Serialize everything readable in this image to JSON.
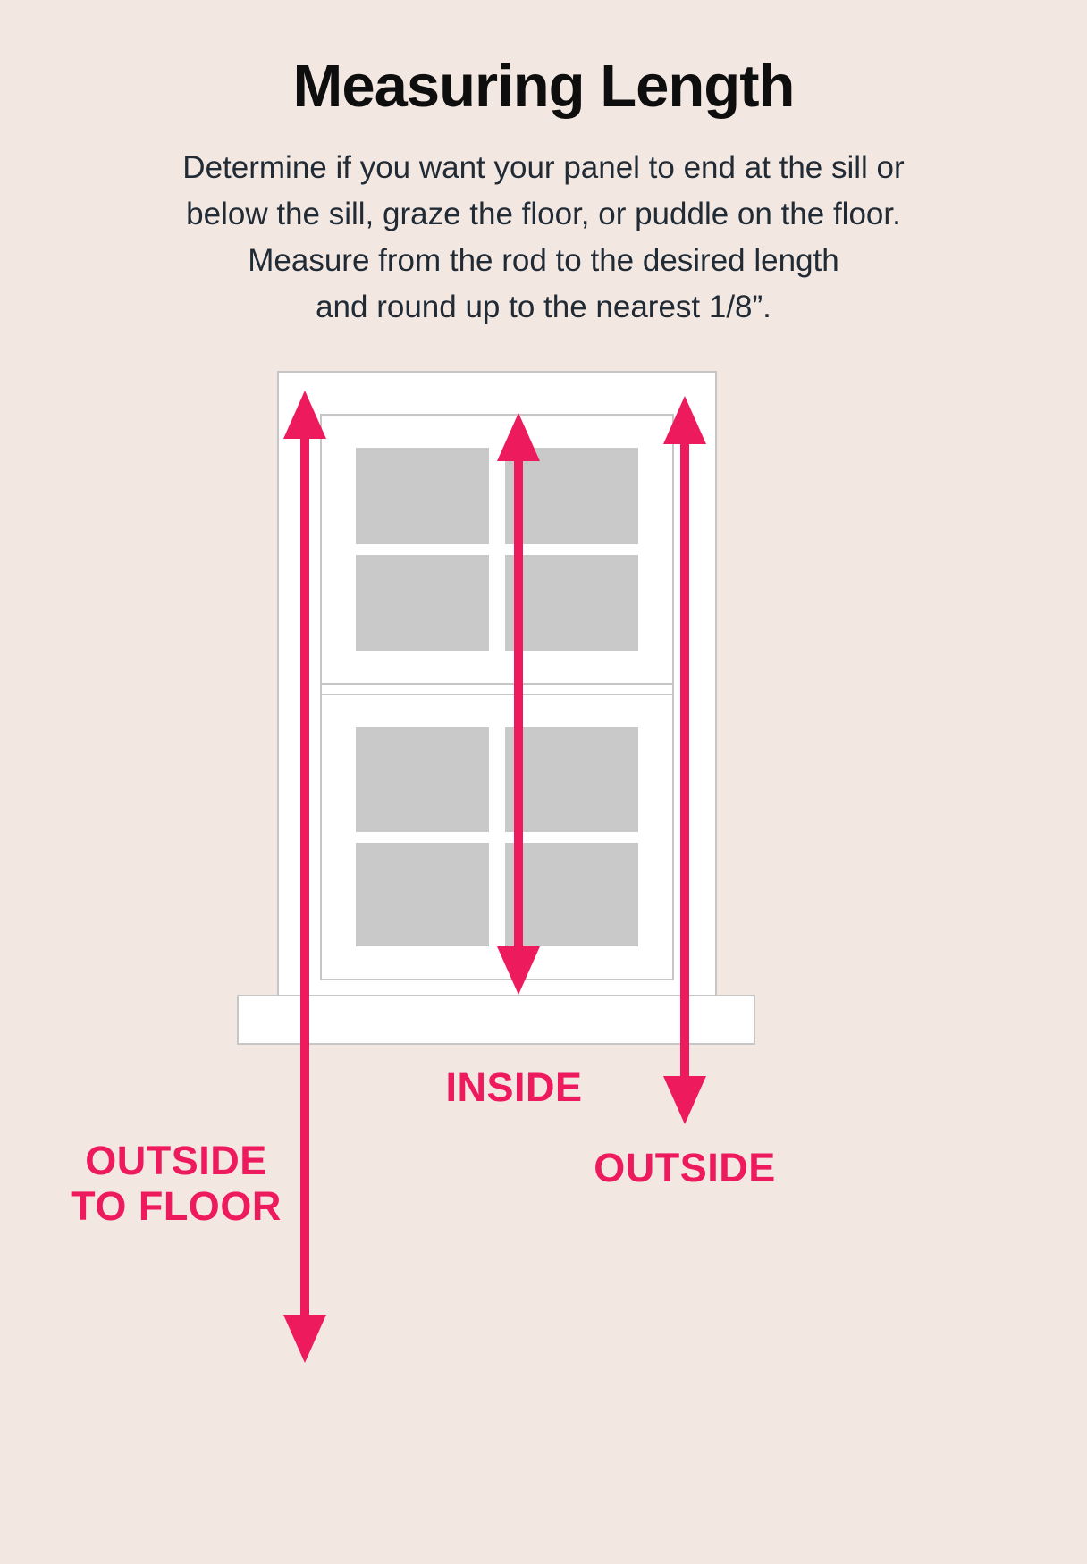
{
  "title": "Measuring Length",
  "description": {
    "line1": "Determine if you want your panel to end at the sill or",
    "line2": "below the sill, graze the floor, or puddle on the floor.",
    "line3": "Measure from the rod to the desired length",
    "line4": "and round up to the nearest 1/8”."
  },
  "labels": {
    "inside": "INSIDE",
    "outside": "OUTSIDE",
    "outside_to_floor_line1": "OUTSIDE",
    "outside_to_floor_line2": "TO FLOOR"
  },
  "colors": {
    "accent": "#ED1A5E",
    "background": "#F3E7E1",
    "pane": "#C9C9C9",
    "frame_border": "#C6C6C6",
    "text": "#212B36"
  }
}
